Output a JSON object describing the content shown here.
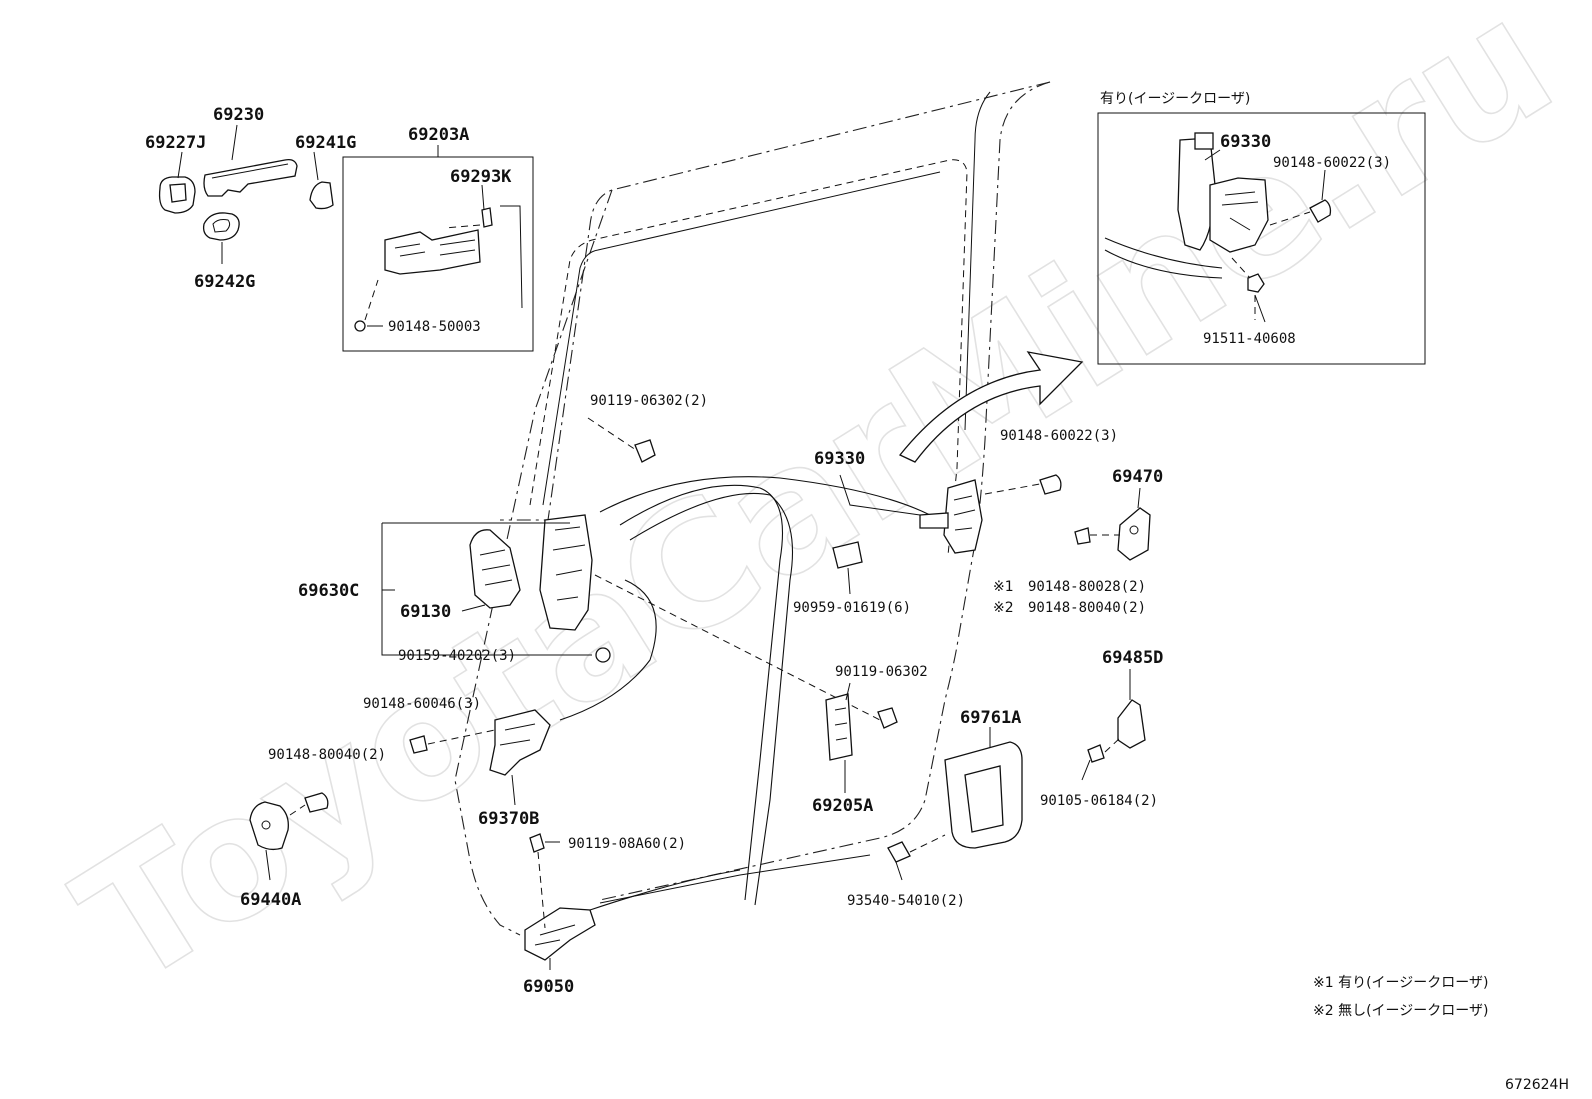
{
  "watermark": "ToyotaCarMine.ru",
  "inset": {
    "title": "有り(イージークローザ)"
  },
  "labels": {
    "p69227J": "69227J",
    "p69230": "69230",
    "p69241G": "69241G",
    "p69242G": "69242G",
    "p69203A": "69203A",
    "p69293K": "69293K",
    "p90148_50003": "90148-50003",
    "inset_69330": "69330",
    "inset_90148_60022": "90148-60022(3)",
    "inset_91511_40608": "91511-40608",
    "p90119_06302_2": "90119-06302(2)",
    "p69330": "69330",
    "p90148_60022": "90148-60022(3)",
    "p69470": "69470",
    "p69630C": "69630C",
    "p69130": "69130",
    "p90159_40202": "90159-40202(3)",
    "p90959_01619": "90959-01619(6)",
    "note1_prefix": "※1",
    "note1_part": "90148-80028(2)",
    "note2_prefix": "※2",
    "note2_part": "90148-80040(2)",
    "p90119_06302": "90119-06302",
    "p69485D": "69485D",
    "p90148_60046": "90148-60046(3)",
    "p90148_80040": "90148-80040(2)",
    "p69761A": "69761A",
    "p69205A": "69205A",
    "p90105_06184": "90105-06184(2)",
    "p69370B": "69370B",
    "p69440A": "69440A",
    "p90119_08A60": "90119-08A60(2)",
    "p93540_54010": "93540-54010(2)",
    "p69050": "69050"
  },
  "legend": {
    "row1": "※1 有り(イージークローザ)",
    "row2": "※2 無し(イージークローザ)"
  },
  "figure_id": "672624H"
}
